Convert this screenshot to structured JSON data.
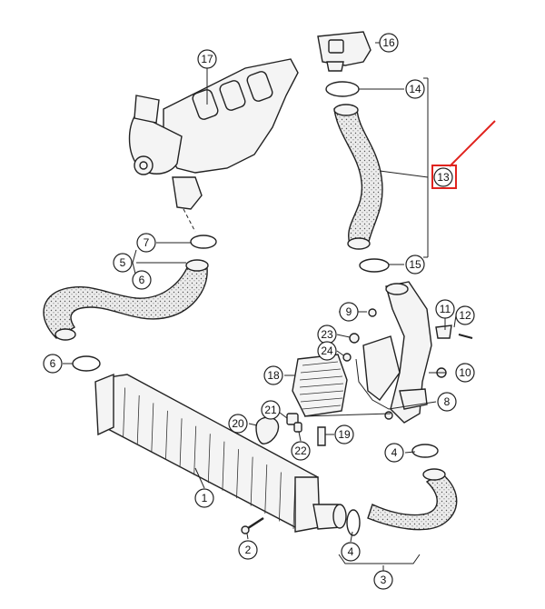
{
  "callouts": {
    "c1": "1",
    "c2": "2",
    "c3": "3",
    "c4a": "4",
    "c4b": "4",
    "c5": "5",
    "c6a": "6",
    "c6b": "6",
    "c7": "7",
    "c8": "8",
    "c9": "9",
    "c10": "10",
    "c11": "11",
    "c12": "12",
    "c13": "13",
    "c14": "14",
    "c15": "15",
    "c16": "16",
    "c17": "17",
    "c18": "18",
    "c19": "19",
    "c20": "20",
    "c21": "21",
    "c22": "22",
    "c23": "23",
    "c24": "24"
  },
  "colors": {
    "highlight": "#e0231e",
    "line": "#222222"
  }
}
